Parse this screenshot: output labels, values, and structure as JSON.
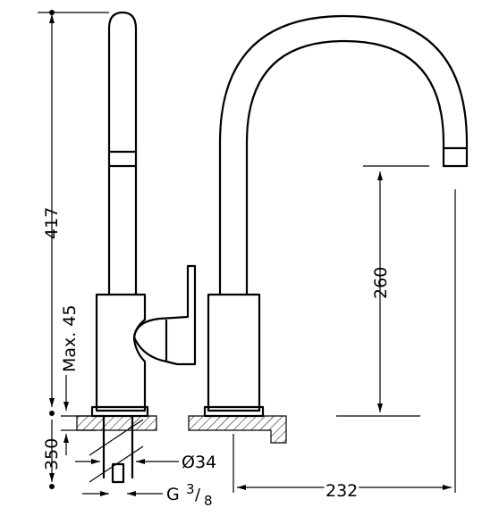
{
  "dimensions": {
    "height_total": "417",
    "max_deck": "Max. 45",
    "deck_depth": "350",
    "base_diameter": "Ø34",
    "thread_prefix": "G",
    "thread_numerator": "3",
    "thread_denominator": "8",
    "spout_height": "260",
    "spout_reach": "232"
  }
}
